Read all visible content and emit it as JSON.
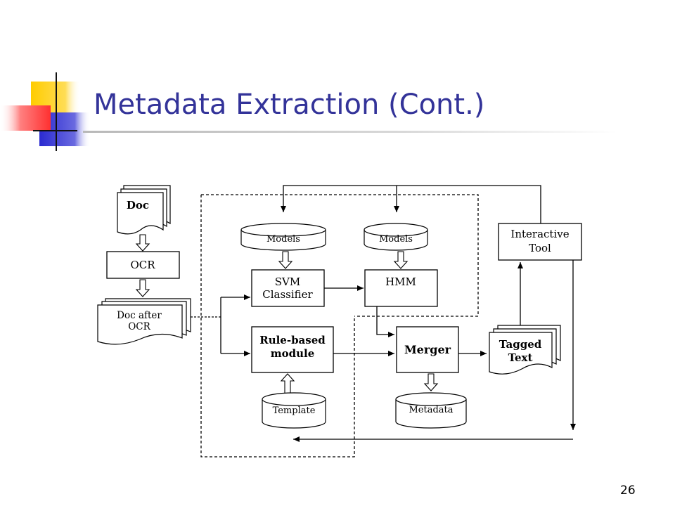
{
  "slide": {
    "title": "Metadata Extraction (Cont.)",
    "page_number": "26"
  },
  "diagram": {
    "doc": "Doc",
    "ocr": "OCR",
    "doc_after_ocr": [
      "Doc after",
      "OCR"
    ],
    "models_svm": "Models",
    "models_hmm": "Models",
    "svm_classifier": [
      "SVM",
      "Classifier"
    ],
    "hmm": "HMM",
    "rule_based_module": [
      "Rule-based",
      "module"
    ],
    "template": "Template",
    "merger": "Merger",
    "metadata": "Metadata",
    "tagged_text": [
      "Tagged",
      "Text"
    ],
    "interactive_tool": [
      "Interactive",
      "Tool"
    ]
  },
  "colors": {
    "title": "#333399",
    "deco_yellow": "#ffcc00",
    "deco_blue": "#3333cc",
    "deco_red": "#ff3333"
  }
}
